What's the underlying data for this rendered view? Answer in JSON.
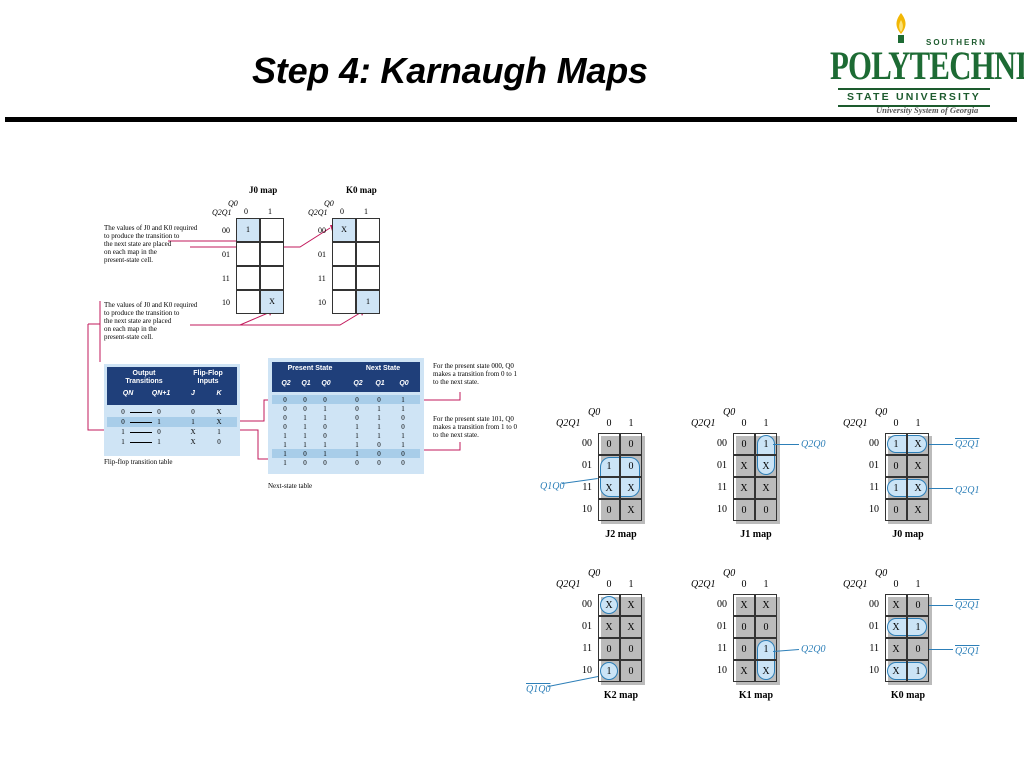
{
  "title": "Step 4: Karnaugh Maps",
  "logo": {
    "southern": "SOUTHERN",
    "polytechnic": "POLYTECHNIC",
    "state_university": "STATE UNIVERSITY",
    "usg": "University System of Georgia",
    "colors": {
      "green": "#1d6b34",
      "flame": "#f2b705"
    }
  },
  "small_maps": {
    "j0_caption": "J0 map",
    "k0_caption": "K0 map",
    "row_labels": [
      "00",
      "01",
      "11",
      "10"
    ],
    "col_labels": [
      "0",
      "1"
    ],
    "j0_cells": [
      [
        "1",
        ""
      ],
      [
        "",
        ""
      ],
      [
        "",
        ""
      ],
      [
        "",
        "X"
      ]
    ],
    "k0_cells": [
      [
        "X",
        ""
      ],
      [
        "",
        ""
      ],
      [
        "",
        ""
      ],
      [
        "",
        "1"
      ]
    ]
  },
  "notes": {
    "note1": "The values of J0 and K0 required\nto produce the transition to\nthe next state are placed\non each map in the\npresent-state cell.",
    "note2": "The values of J0 and K0 required\nto produce the transition to\nthe next state are placed\non each map in the\npresent-state cell.",
    "note3": "For the present state 000, Q0\nmakes a transition from 0 to 1\nto the next state.",
    "note4": "For the present state 101, Q0\nmakes a transition from 1 to 0\nto the next state."
  },
  "flipflop_table": {
    "caption": "Flip-flop transition table",
    "header_output": "Output\nTransitions",
    "header_inputs": "Flip-Flop\nInputs",
    "sub_qn": "QN",
    "sub_qn1": "QN+1",
    "sub_j": "J",
    "sub_k": "K",
    "rows": [
      [
        "0",
        "0",
        "0",
        "X"
      ],
      [
        "0",
        "1",
        "1",
        "X"
      ],
      [
        "1",
        "0",
        "X",
        "1"
      ],
      [
        "1",
        "1",
        "X",
        "0"
      ]
    ]
  },
  "next_state_table": {
    "caption": "Next-state table",
    "header_present": "Present State",
    "header_next": "Next State",
    "sub_headers": [
      "Q2",
      "Q1",
      "Q0",
      "Q2",
      "Q1",
      "Q0"
    ],
    "rows": [
      [
        "0",
        "0",
        "0",
        "0",
        "0",
        "1"
      ],
      [
        "0",
        "0",
        "1",
        "0",
        "1",
        "1"
      ],
      [
        "0",
        "1",
        "1",
        "0",
        "1",
        "0"
      ],
      [
        "0",
        "1",
        "0",
        "1",
        "1",
        "0"
      ],
      [
        "1",
        "1",
        "0",
        "1",
        "1",
        "1"
      ],
      [
        "1",
        "1",
        "1",
        "1",
        "0",
        "1"
      ],
      [
        "1",
        "0",
        "1",
        "1",
        "0",
        "0"
      ],
      [
        "1",
        "0",
        "0",
        "0",
        "0",
        "0"
      ]
    ]
  },
  "kmaps": {
    "row_labels": [
      "00",
      "01",
      "11",
      "10"
    ],
    "col_labels": [
      "0",
      "1"
    ],
    "row_var": "Q2Q1",
    "col_var": "Q0",
    "oval_color": "#cbe4f6",
    "accent": "#2d7fb8",
    "maps": [
      {
        "caption": "J2 map",
        "cells": [
          [
            "0",
            "0"
          ],
          [
            "1",
            "0"
          ],
          [
            "X",
            "X"
          ],
          [
            "0",
            "X"
          ]
        ],
        "term": "Q1Q0"
      },
      {
        "caption": "J1 map",
        "cells": [
          [
            "0",
            "1"
          ],
          [
            "X",
            "X"
          ],
          [
            "X",
            "X"
          ],
          [
            "0",
            "0"
          ]
        ],
        "term": "Q2Q0"
      },
      {
        "caption": "J0 map",
        "cells": [
          [
            "1",
            "X"
          ],
          [
            "0",
            "X"
          ],
          [
            "1",
            "X"
          ],
          [
            "0",
            "X"
          ]
        ],
        "terms": [
          "Q2Q1",
          "Q2Q1"
        ]
      },
      {
        "caption": "K2 map",
        "cells": [
          [
            "X",
            "X"
          ],
          [
            "X",
            "X"
          ],
          [
            "0",
            "0"
          ],
          [
            "1",
            "0"
          ]
        ],
        "term": "Q1Q0"
      },
      {
        "caption": "K1 map",
        "cells": [
          [
            "X",
            "X"
          ],
          [
            "0",
            "0"
          ],
          [
            "0",
            "1"
          ],
          [
            "X",
            "X"
          ]
        ],
        "term": "Q2Q0"
      },
      {
        "caption": "K0 map",
        "cells": [
          [
            "X",
            "0"
          ],
          [
            "X",
            "1"
          ],
          [
            "X",
            "0"
          ],
          [
            "X",
            "1"
          ]
        ],
        "terms": [
          "Q2Q1",
          "Q2Q1"
        ]
      }
    ]
  }
}
